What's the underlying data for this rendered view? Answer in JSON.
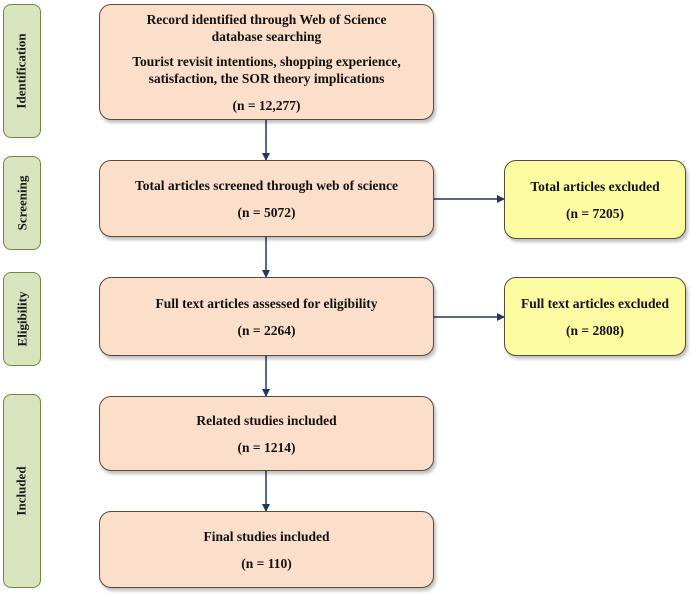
{
  "phases": {
    "identification": "Identification",
    "screening": "Screening",
    "eligibility": "Eligibility",
    "included": "Included"
  },
  "boxes": {
    "identified": {
      "title_line1": "Record identified through Web of Science",
      "title_line2": "database searching",
      "query_line1": "Tourist revisit intentions, shopping experience,",
      "query_line2": "satisfaction, the SOR theory implications",
      "count": "(n = 12,277)"
    },
    "screened": {
      "title": "Total articles screened through web of science",
      "count": "(n = 5072)"
    },
    "excluded_total": {
      "title": "Total articles excluded",
      "count": "(n = 7205)"
    },
    "eligibility": {
      "title": "Full text articles assessed for eligibility",
      "count": "(n = 2264)"
    },
    "excluded_fulltext": {
      "title": "Full text articles excluded",
      "count": "(n = 2808)"
    },
    "related": {
      "title": "Related studies included",
      "count": "(n = 1214)"
    },
    "final": {
      "title": "Final studies included",
      "count": "(n = 110)"
    }
  },
  "colors": {
    "main_box_fill": "#fbdfcb",
    "excluded_box_fill": "#fdfca3",
    "phase_fill": "#d7e4bd",
    "arrow": "#1f3864"
  }
}
